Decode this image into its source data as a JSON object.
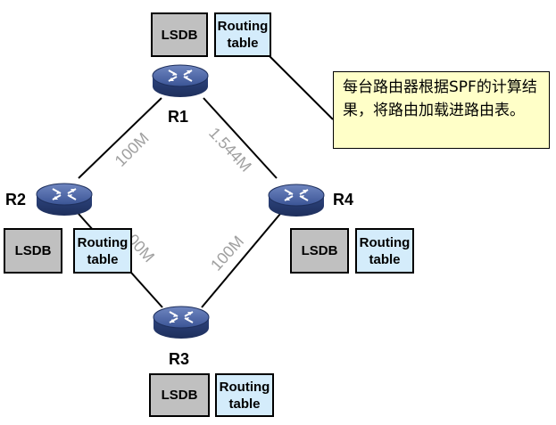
{
  "routers": {
    "r1": {
      "label": "R1"
    },
    "r2": {
      "label": "R2"
    },
    "r3": {
      "label": "R3"
    },
    "r4": {
      "label": "R4"
    }
  },
  "links": {
    "r1_r2": "100M",
    "r1_r4": "1.544M",
    "r2_r3": "100M",
    "r3_r4": "100M"
  },
  "boxes": {
    "lsdb": "LSDB",
    "routing_line1": "Routing",
    "routing_line2": "table"
  },
  "callout": {
    "text": "每台路由器根据SPF的计算结果，将路由加载进路由表。"
  },
  "colors": {
    "router_body": "#2f4a86",
    "link_label": "#a0a0a0",
    "lsdb_fill": "#c0c0c0",
    "routing_fill": "#d4ecfb",
    "callout_fill": "#ffffc8"
  }
}
